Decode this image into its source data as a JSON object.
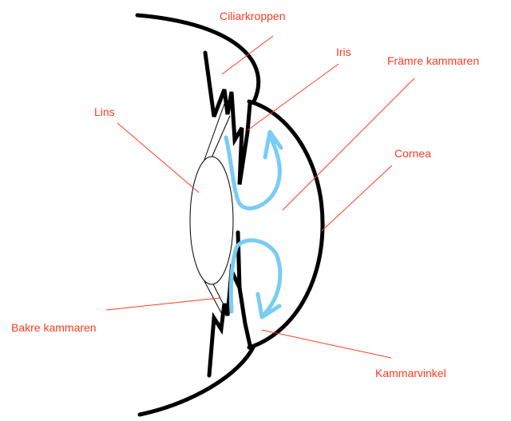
{
  "colors": {
    "background": "#ffffff",
    "outline": "#000000",
    "label_text": "#ff3b1f",
    "leader_line": "#ff3b1f",
    "flow_arrow": "#79ccf4"
  },
  "labels": {
    "ciliarkroppen": "Ciliarkroppen",
    "iris": "Iris",
    "framre_kammaren": "Främre kammaren",
    "lins": "Lins",
    "cornea": "Cornea",
    "bakre_kammaren": "Bakre kammaren",
    "kammarvinkel": "Kammarvinkel"
  }
}
